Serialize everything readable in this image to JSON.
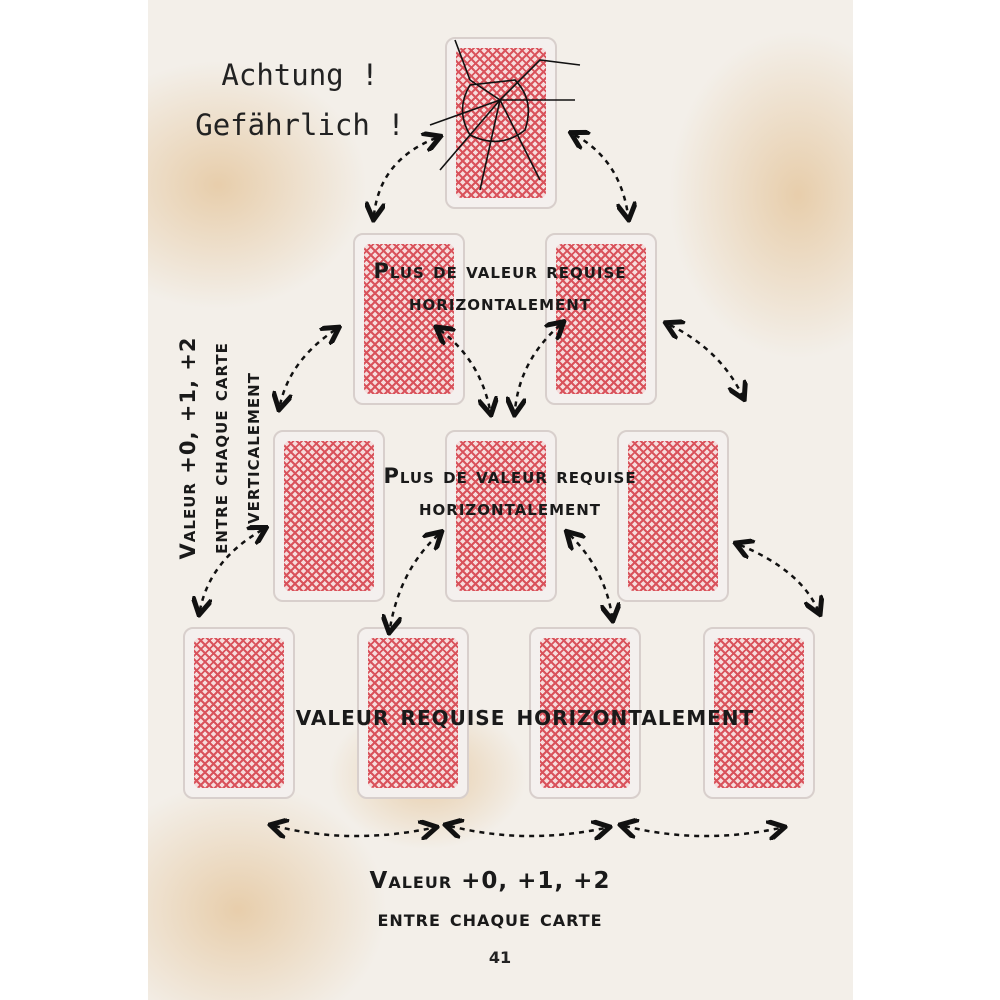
{
  "title": {
    "line1": "Achtung !",
    "line2": "Gefährlich !"
  },
  "labels": {
    "row2": [
      "Plus de valeur requise",
      "horizontalement"
    ],
    "row3": [
      "Plus de valeur requise",
      "horizontalement"
    ],
    "row4": "valeur requise horizontalement",
    "vertical": [
      "Valeur +0, +1, +2",
      "entre chaque carte",
      "verticalement"
    ],
    "bottom": [
      "Valeur +0, +1, +2",
      "entre chaque carte"
    ]
  },
  "page_number": "41",
  "colors": {
    "card_pattern": "#d9535c",
    "background": "#f3efe9"
  }
}
